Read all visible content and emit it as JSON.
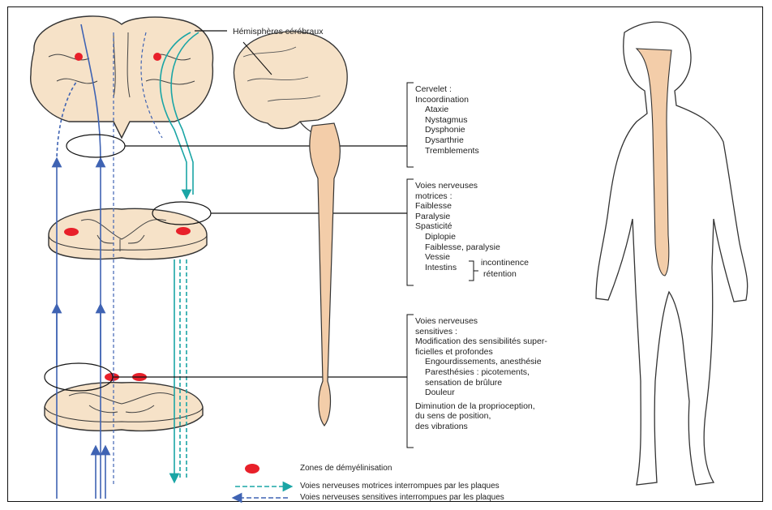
{
  "labels": {
    "hemispheres": "Hémisphères cérébraux"
  },
  "cervelet": {
    "title": "Cervelet :",
    "heading": "Incoordination",
    "items": [
      "Ataxie",
      "Nystagmus",
      "Dysphonie",
      "Dysarthrie",
      "Tremblements"
    ]
  },
  "motrices": {
    "title_1": "Voies nerveuses",
    "title_2": "motrices :",
    "items": [
      "Faiblesse",
      "Paralysie",
      "Spasticité"
    ],
    "sub_items": [
      "Diplopie",
      "Faiblesse, paralysie"
    ],
    "vessie": "Vessie",
    "intestins": "Intestins",
    "incontinence": "incontinence",
    "retention": "rétention"
  },
  "sensitives": {
    "title_1": "Voies nerveuses",
    "title_2": "sensitives :",
    "mod_1": "Modification des sensibilités super-",
    "mod_2": "ficielles et profondes",
    "sub_1": "Engourdissements, anesthésie",
    "sub_2": "Paresthésies :  picotements,",
    "sub_3": "sensation de brûlure",
    "sub_4": "Douleur",
    "dim_1": "Diminution de la proprioception,",
    "dim_2": "du sens de position,",
    "dim_3": "des vibrations"
  },
  "legend": {
    "demyelination": "Zones de démyélinisation",
    "motor": "Voies nerveuses motrices interrompues par les plaques",
    "sensory": "Voies nerveuses sensitives interrompues par les plaques"
  },
  "colors": {
    "lesion": "#e8202a",
    "motor_path": "#1aa5a5",
    "sensory_path": "#3f63b3",
    "tissue": "#f6e2c8",
    "nerve": "#f3cda9",
    "outline": "#333333"
  }
}
